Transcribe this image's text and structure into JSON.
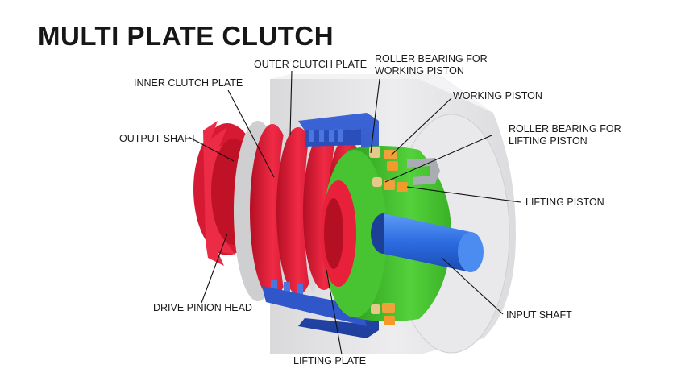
{
  "title": "MULTI PLATE CLUTCH",
  "labels": {
    "outer_clutch_plate": "OUTER CLUTCH PLATE",
    "inner_clutch_plate": "INNER CLUTCH PLATE",
    "output_shaft": "OUTPUT SHAFT",
    "drive_pinion_head": "DRIVE PINION HEAD",
    "lifting_plate": "LIFTING PLATE",
    "roller_bearing_working_piston": [
      "ROLLER BEARING FOR",
      "WORKING PISTON"
    ],
    "working_piston": "WORKING PISTON",
    "roller_bearing_lifting_piston": [
      "ROLLER BEARING FOR",
      "LIFTING  PISTON"
    ],
    "lifting_piston": "LIFTING PISTON",
    "input_shaft": "INPUT SHAFT"
  },
  "colors": {
    "housing": "#e6e6e8",
    "clutch_plates": "#e8203a",
    "outer_drum": "#2f57c9",
    "green_hub": "#3fbf2a",
    "input_shaft": "#2d6fe0",
    "bearing": "#f0a23a"
  }
}
